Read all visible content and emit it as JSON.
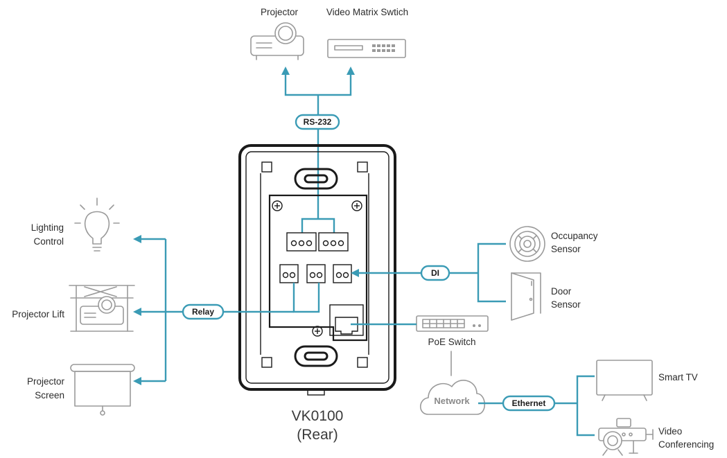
{
  "devices": {
    "projector": "Projector",
    "video_matrix": "Video Matrix Swtich",
    "lighting_line1": "Lighting",
    "lighting_line2": "Control",
    "projector_lift": "Projector Lift",
    "projector_screen_line1": "Projector",
    "projector_screen_line2": "Screen",
    "occupancy_line1": "Occupancy",
    "occupancy_line2": "Sensor",
    "door_line1": "Door",
    "door_line2": "Sensor",
    "poe_switch": "PoE Switch",
    "network": "Network",
    "smart_tv": "Smart TV",
    "video_conf_line1": "Video",
    "video_conf_line2": "Conferencing"
  },
  "connections": {
    "rs232": "RS-232",
    "relay": "Relay",
    "di": "DI",
    "ethernet": "Ethernet"
  },
  "main_device": {
    "model": "VK0100",
    "view": "(Rear)"
  },
  "colors": {
    "wire": "#3a9bb5",
    "icon": "#9a9a9a",
    "panel": "#1a1a1a"
  }
}
